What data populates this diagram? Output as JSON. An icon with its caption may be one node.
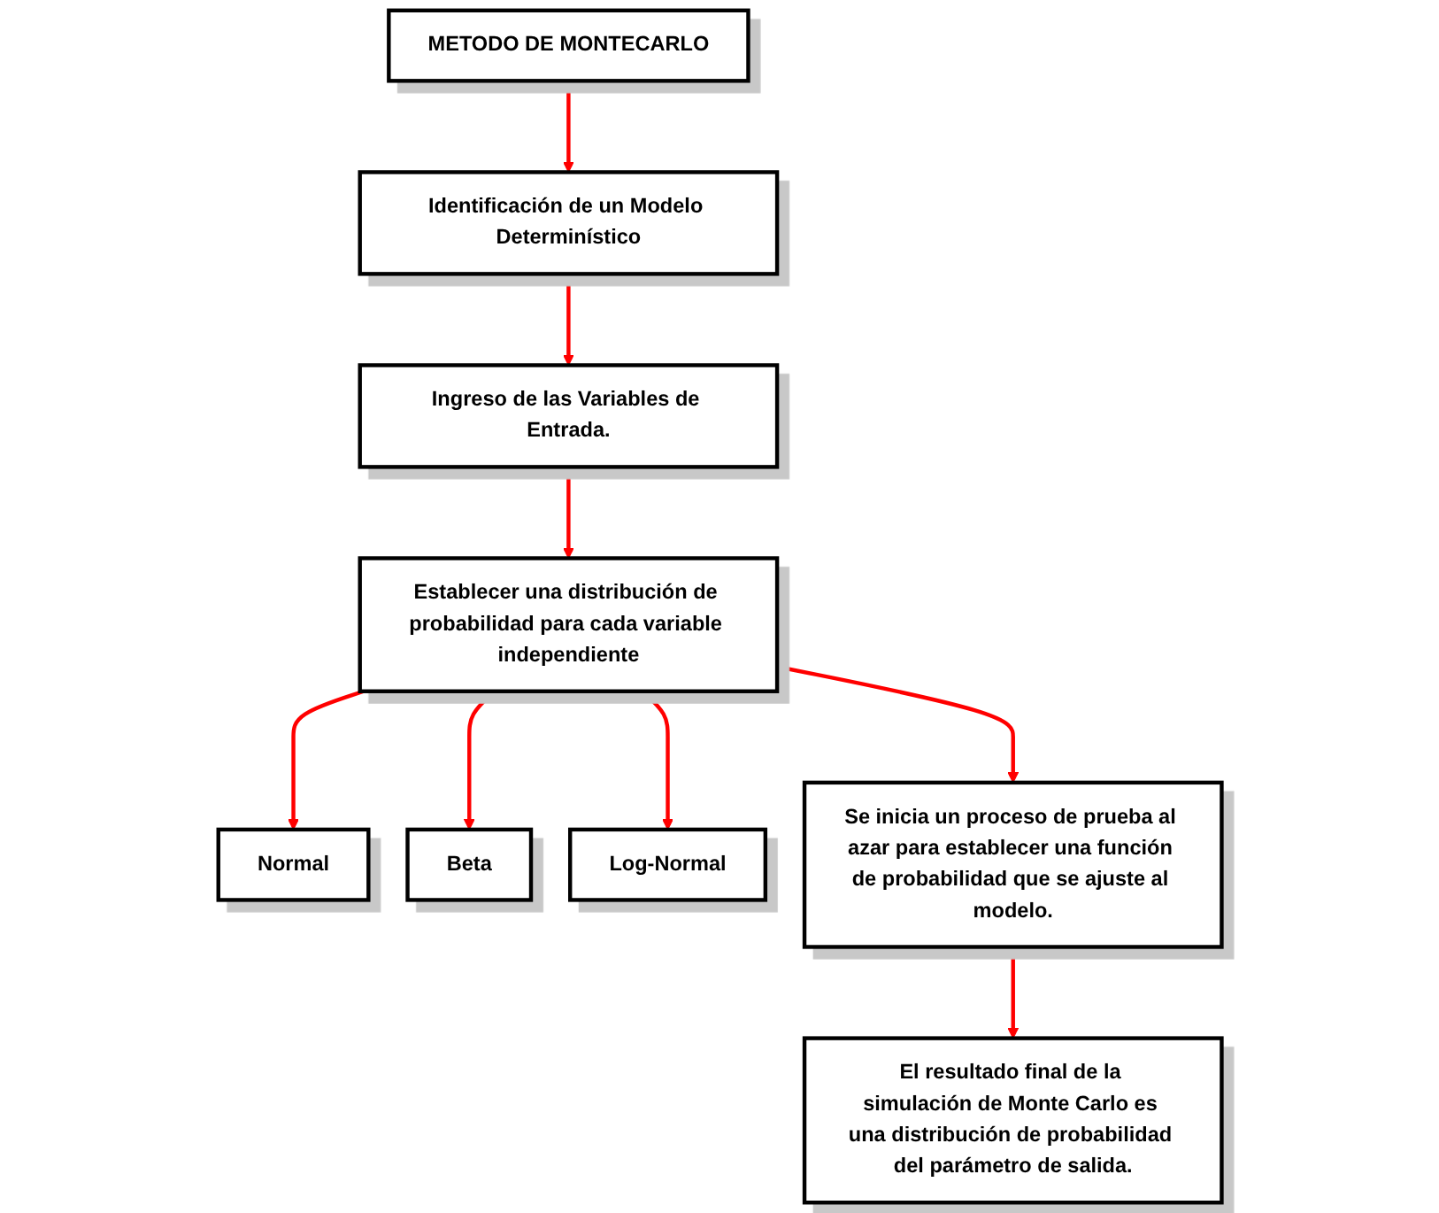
{
  "diagram": {
    "nodes": [
      {
        "text": [
          "METODO DE MONTECARLO"
        ]
      },
      {
        "text": [
          "Identificación de un Modelo Determinístico"
        ]
      },
      {
        "text": [
          "Ingreso de las Variables de Entrada."
        ]
      },
      {
        "text": [
          "Establecer una distribución de probabilidad para cada variable independiente"
        ]
      },
      {
        "text": [
          "Normal"
        ]
      },
      {
        "text": [
          "Beta"
        ]
      },
      {
        "text": [
          "Log-Normal"
        ]
      },
      {
        "text": [
          "Se inicia un proceso de prueba al azar para establecer una función de probabilidad que se ajuste al modelo."
        ]
      },
      {
        "text": [
          "El resultado final de la simulación de Monte Carlo es una distribución de probabilidad del parámetro de salida."
        ]
      }
    ],
    "edges": [
      {
        "from": 0,
        "to": 1,
        "arrow": "to"
      },
      {
        "from": 1,
        "to": 2,
        "arrow": "to"
      },
      {
        "from": 2,
        "to": 3,
        "arrow": "to"
      },
      {
        "from": 3,
        "to": 4,
        "arrow": "to"
      },
      {
        "from": 3,
        "to": 5,
        "arrow": "to"
      },
      {
        "from": 3,
        "to": 6,
        "arrow": "to"
      },
      {
        "from": 3,
        "to": 7,
        "arrow": "to"
      },
      {
        "from": 7,
        "to": 8,
        "arrow": "to"
      }
    ]
  }
}
